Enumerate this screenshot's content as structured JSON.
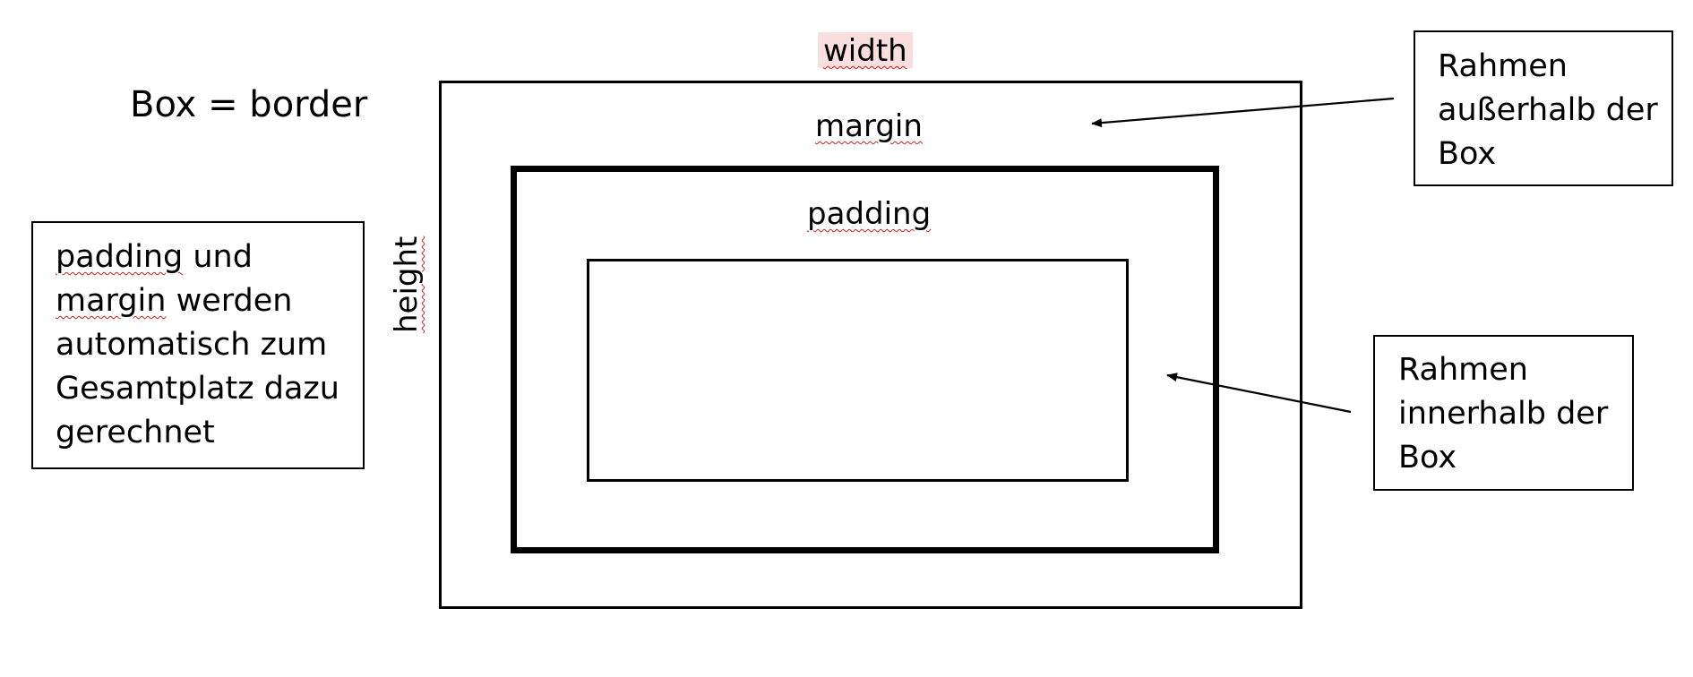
{
  "diagram": {
    "title": "Box = border",
    "labels": {
      "width": "width",
      "margin": "margin",
      "padding": "padding",
      "height": "height"
    },
    "notes": {
      "left": {
        "lines": [
          "padding und",
          "margin werden",
          "automatisch zum",
          "Gesamtplatz dazu",
          "gerechnet"
        ]
      },
      "top_right": {
        "lines": [
          "Rahmen",
          "außerhalb der",
          "Box"
        ]
      },
      "mid_right": {
        "lines": [
          "Rahmen",
          "innerhalb der",
          "Box"
        ]
      }
    },
    "colors": {
      "line": "#000000",
      "highlight": "#f9dede",
      "spellcheck": "#d21f1f"
    }
  }
}
